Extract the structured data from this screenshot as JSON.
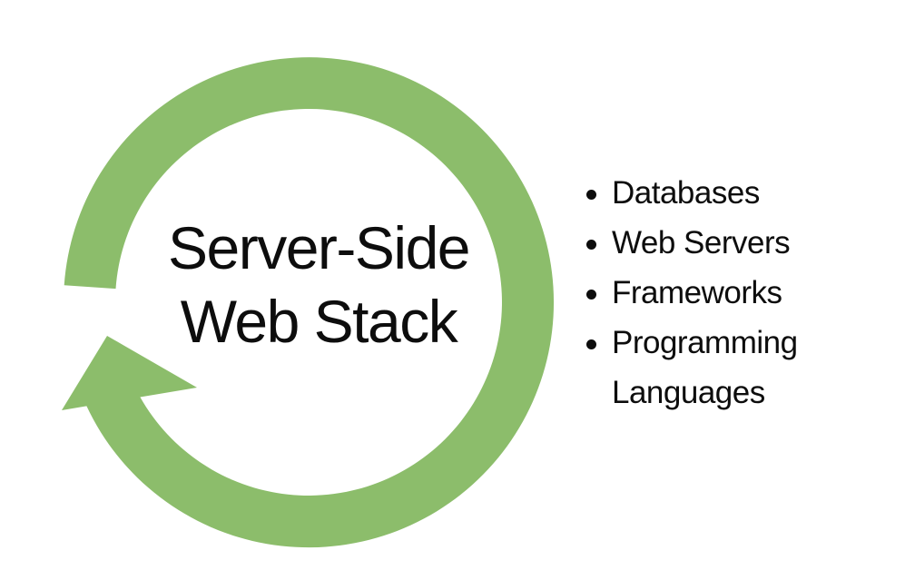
{
  "diagram": {
    "center_label": {
      "line1": "Server-Side",
      "line2": "Web Stack"
    },
    "list": {
      "items": [
        {
          "label": "Databases"
        },
        {
          "label": "Web Servers"
        },
        {
          "label": "Frameworks"
        },
        {
          "label": "Programming Languages"
        }
      ]
    },
    "colors": {
      "arrow_green": "#8CBD6B",
      "text": "#0D0D0D",
      "background": "#FFFFFF"
    }
  }
}
